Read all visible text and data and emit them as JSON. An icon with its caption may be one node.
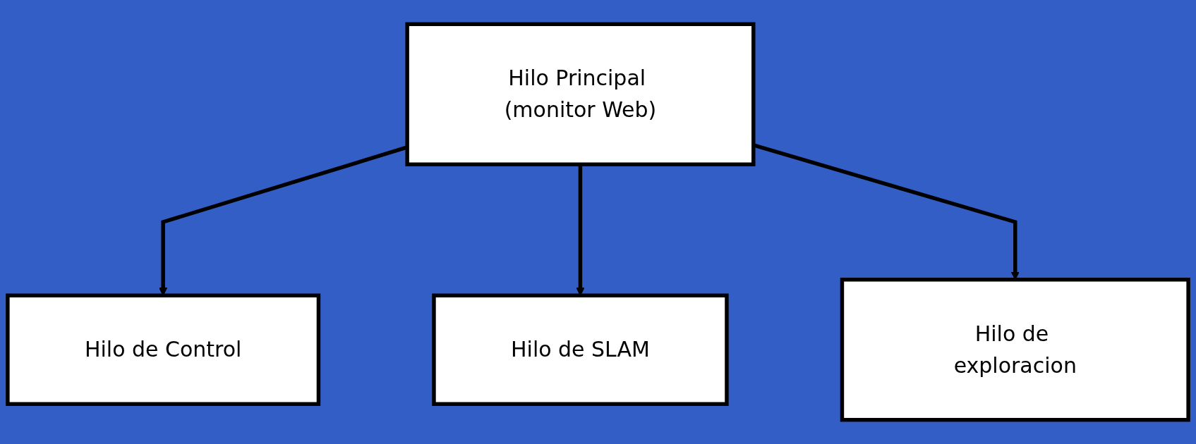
{
  "diagram": {
    "nodes": [
      {
        "text": [
          "Hilo Principal (monitor Web)"
        ]
      },
      {
        "text": [
          "Hilo de Control"
        ]
      },
      {
        "text": [
          "Hilo de SLAM"
        ]
      },
      {
        "text": [
          "Hilo de exploracion"
        ]
      }
    ],
    "edges": [
      {
        "from": 0,
        "to": 1,
        "arrow": "to"
      },
      {
        "from": 0,
        "to": 2,
        "arrow": "to"
      },
      {
        "from": 0,
        "to": 3,
        "arrow": "to"
      }
    ]
  }
}
